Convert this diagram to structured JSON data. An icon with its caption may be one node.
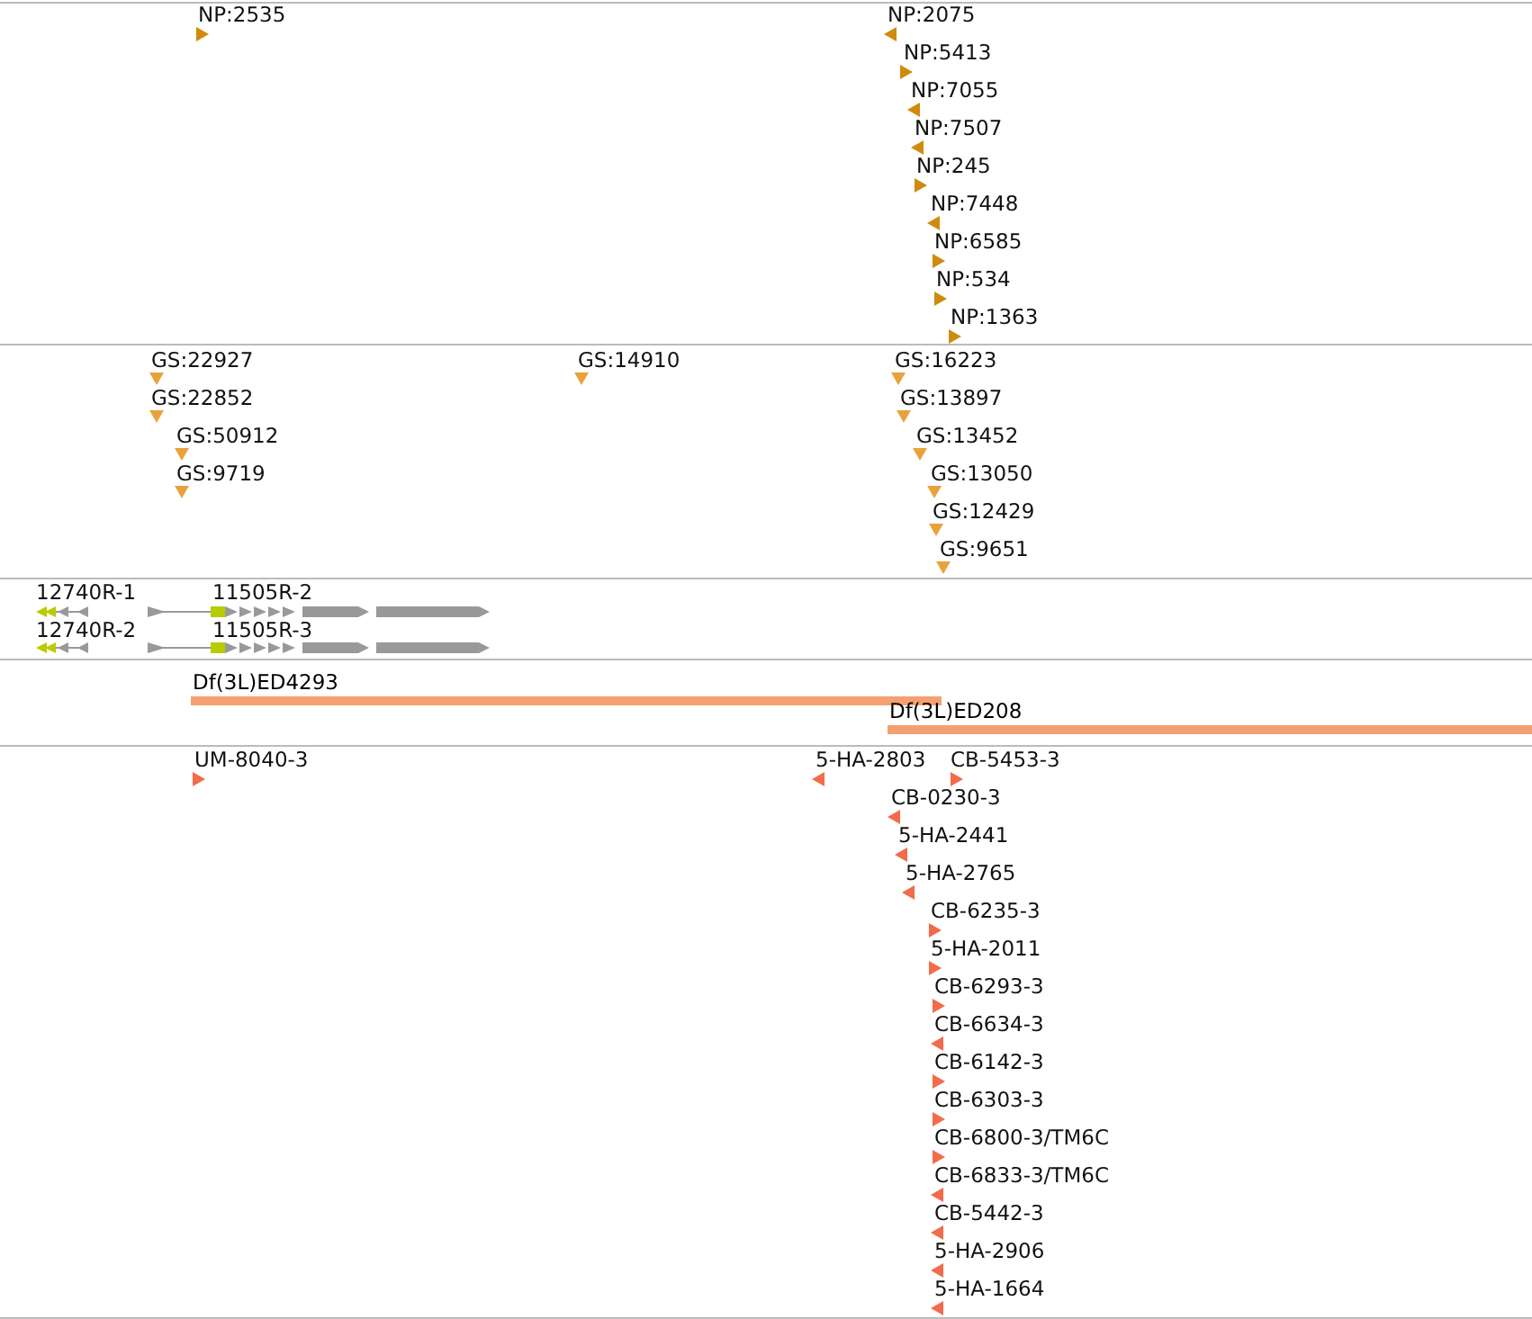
{
  "diagram": {
    "nodes": [
      {
        "text": [
          "Df(3L)ED4293"
        ]
      },
      {
        "text": [
          "Df(3L)ED208"
        ]
      }
    ],
    "labels": [
      "NP:2535",
      "NP:2075",
      "NP:5413",
      "NP:7055",
      "NP:7507",
      "NP:245",
      "NP:7448",
      "NP:6585",
      "NP:534",
      "NP:1363",
      "GS:22927",
      "GS:14910",
      "GS:16223",
      "GS:22852",
      "GS:13897",
      "GS:50912",
      "GS:13452",
      "GS:9719",
      "GS:13050",
      "GS:12429",
      "GS:9651",
      "12740R-1",
      "11505R-2",
      "12740R-2",
      "11505R-3",
      "UM-8040-3",
      "5-HA-2803",
      "CB-5453-3",
      "CB-0230-3",
      "5-HA-2441",
      "5-HA-2765",
      "CB-6235-3",
      "5-HA-2011",
      "CB-6293-3",
      "CB-6634-3",
      "CB-6142-3",
      "CB-6303-3",
      "CB-6800-3/TM6C",
      "CB-6833-3/TM6C",
      "CB-5442-3",
      "5-HA-2906",
      "5-HA-1664"
    ]
  }
}
